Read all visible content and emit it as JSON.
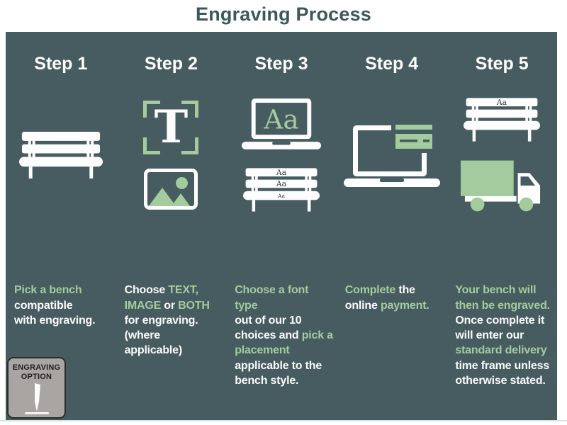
{
  "title": "Engraving Process",
  "colors": {
    "panel_background": "#475c60",
    "accent_green": "#a3cb9d",
    "text_white": "#fbfbfb",
    "title_teal": "#3d585c",
    "badge_gray": "#a8a5a2",
    "badge_border": "#2c2c2c"
  },
  "glyphs": {
    "text_tool_letter": "T",
    "font_sample": "Aa"
  },
  "steps": [
    {
      "label": "Step 1",
      "icons": [
        "bench-icon"
      ],
      "desc": [
        {
          "t": "Pick a bench\n",
          "c": "green"
        },
        {
          "t": "compatible\nwith engraving.",
          "c": "white"
        }
      ]
    },
    {
      "label": "Step 2",
      "icons": [
        "text-selection-icon",
        "image-icon"
      ],
      "desc": [
        {
          "t": "Choose ",
          "c": "white"
        },
        {
          "t": "TEXT,\nIMAGE",
          "c": "green"
        },
        {
          "t": " or ",
          "c": "white"
        },
        {
          "t": "BOTH",
          "c": "green"
        },
        {
          "t": "\nfor engraving.\n(where\napplicable)",
          "c": "white"
        }
      ]
    },
    {
      "label": "Step 3",
      "icons": [
        "laptop-font-icon",
        "bench-font-icon"
      ],
      "desc": [
        {
          "t": "Choose a font type\n",
          "c": "green"
        },
        {
          "t": "out of our 10\nchoices and ",
          "c": "white"
        },
        {
          "t": "pick a\nplacement\n",
          "c": "green"
        },
        {
          "t": "applicable to the\nbench style.",
          "c": "white"
        }
      ]
    },
    {
      "label": "Step 4",
      "icons": [
        "laptop-payment-icon"
      ],
      "desc": [
        {
          "t": "Complete ",
          "c": "green"
        },
        {
          "t": "the\nonline ",
          "c": "white"
        },
        {
          "t": "payment.",
          "c": "green"
        }
      ]
    },
    {
      "label": "Step 5",
      "icons": [
        "engraved-bench-icon",
        "delivery-truck-icon"
      ],
      "desc": [
        {
          "t": "Your bench will\nthen be engraved.\n",
          "c": "green"
        },
        {
          "t": "Once complete it\nwill enter our\n",
          "c": "white"
        },
        {
          "t": "standard delivery\n",
          "c": "green"
        },
        {
          "t": "time frame unless\notherwise stated.",
          "c": "white"
        }
      ]
    }
  ],
  "badge": {
    "line1": "ENGRAVING",
    "line2": "OPTION"
  }
}
